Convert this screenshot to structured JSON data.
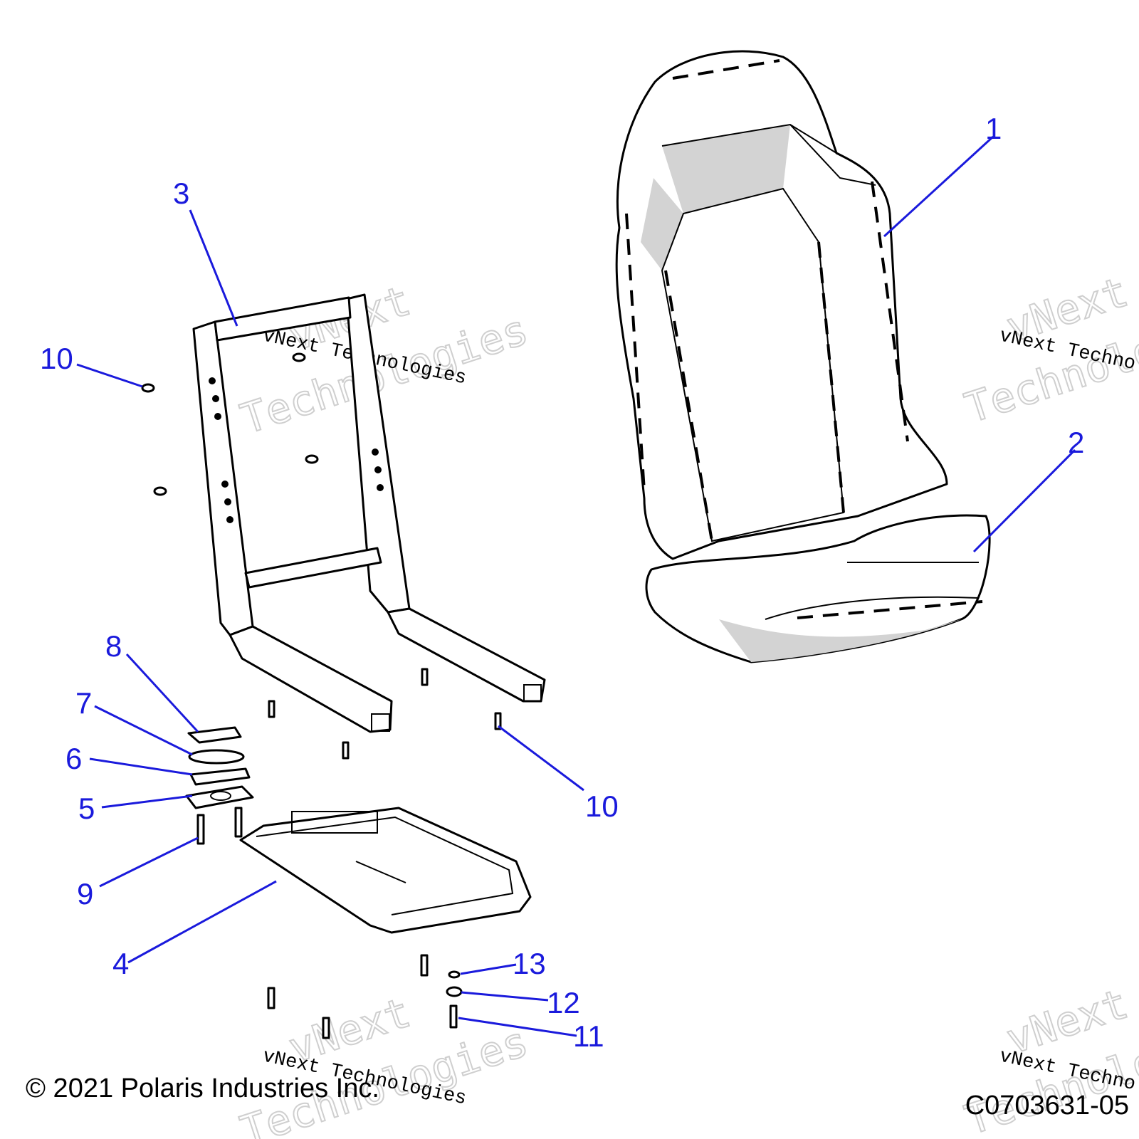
{
  "callouts": {
    "c1": "1",
    "c2": "2",
    "c3": "3",
    "c4": "4",
    "c5": "5",
    "c6": "6",
    "c7": "7",
    "c8": "8",
    "c9": "9",
    "c10a": "10",
    "c10b": "10",
    "c11": "11",
    "c12": "12",
    "c13": "13"
  },
  "watermark": {
    "line1": "vNext",
    "line2": "Technologies",
    "small": "vNext Technologies",
    "small_cut": "vNext Techno"
  },
  "footer": {
    "copyright": "© 2021 Polaris Industries Inc.",
    "drawing_id": "C0703631-05"
  },
  "colors": {
    "callout": "#1a1adc",
    "line_art": "#000000",
    "shading": "#d3d3d3"
  }
}
